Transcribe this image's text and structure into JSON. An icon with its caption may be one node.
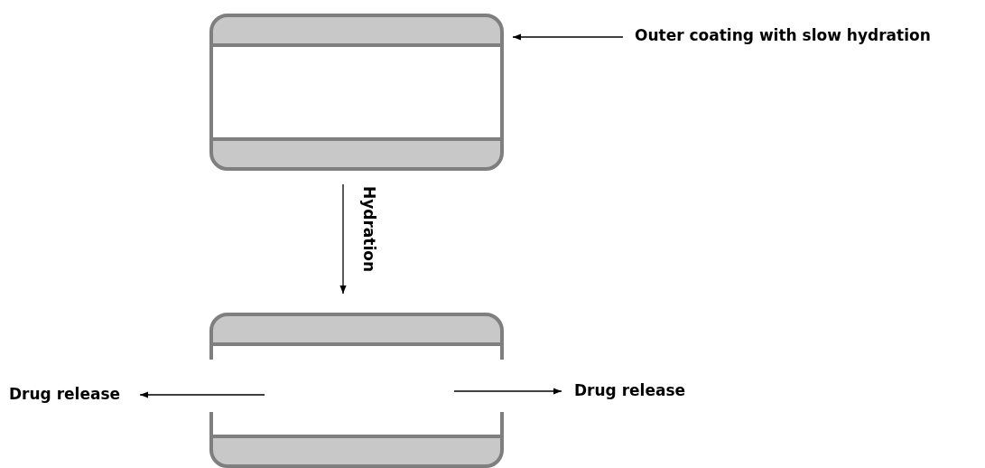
{
  "diagram": {
    "nodes": [
      {
        "text": [],
        "shape": "box"
      },
      {
        "text": [
          "Outer coating with slow hydration"
        ]
      },
      {
        "text": [],
        "shape": "box"
      },
      {
        "text": [
          "Drug release"
        ]
      },
      {
        "text": [
          "Drug release"
        ]
      }
    ],
    "edges": [
      {
        "from": 1,
        "to": 0,
        "arrow": "to"
      },
      {
        "from": 0,
        "to": 2,
        "arrow": "to",
        "label": "Hydration"
      },
      {
        "from": 2,
        "to": 3,
        "arrow": "to"
      },
      {
        "from": 2,
        "to": 4,
        "arrow": "to"
      }
    ]
  }
}
